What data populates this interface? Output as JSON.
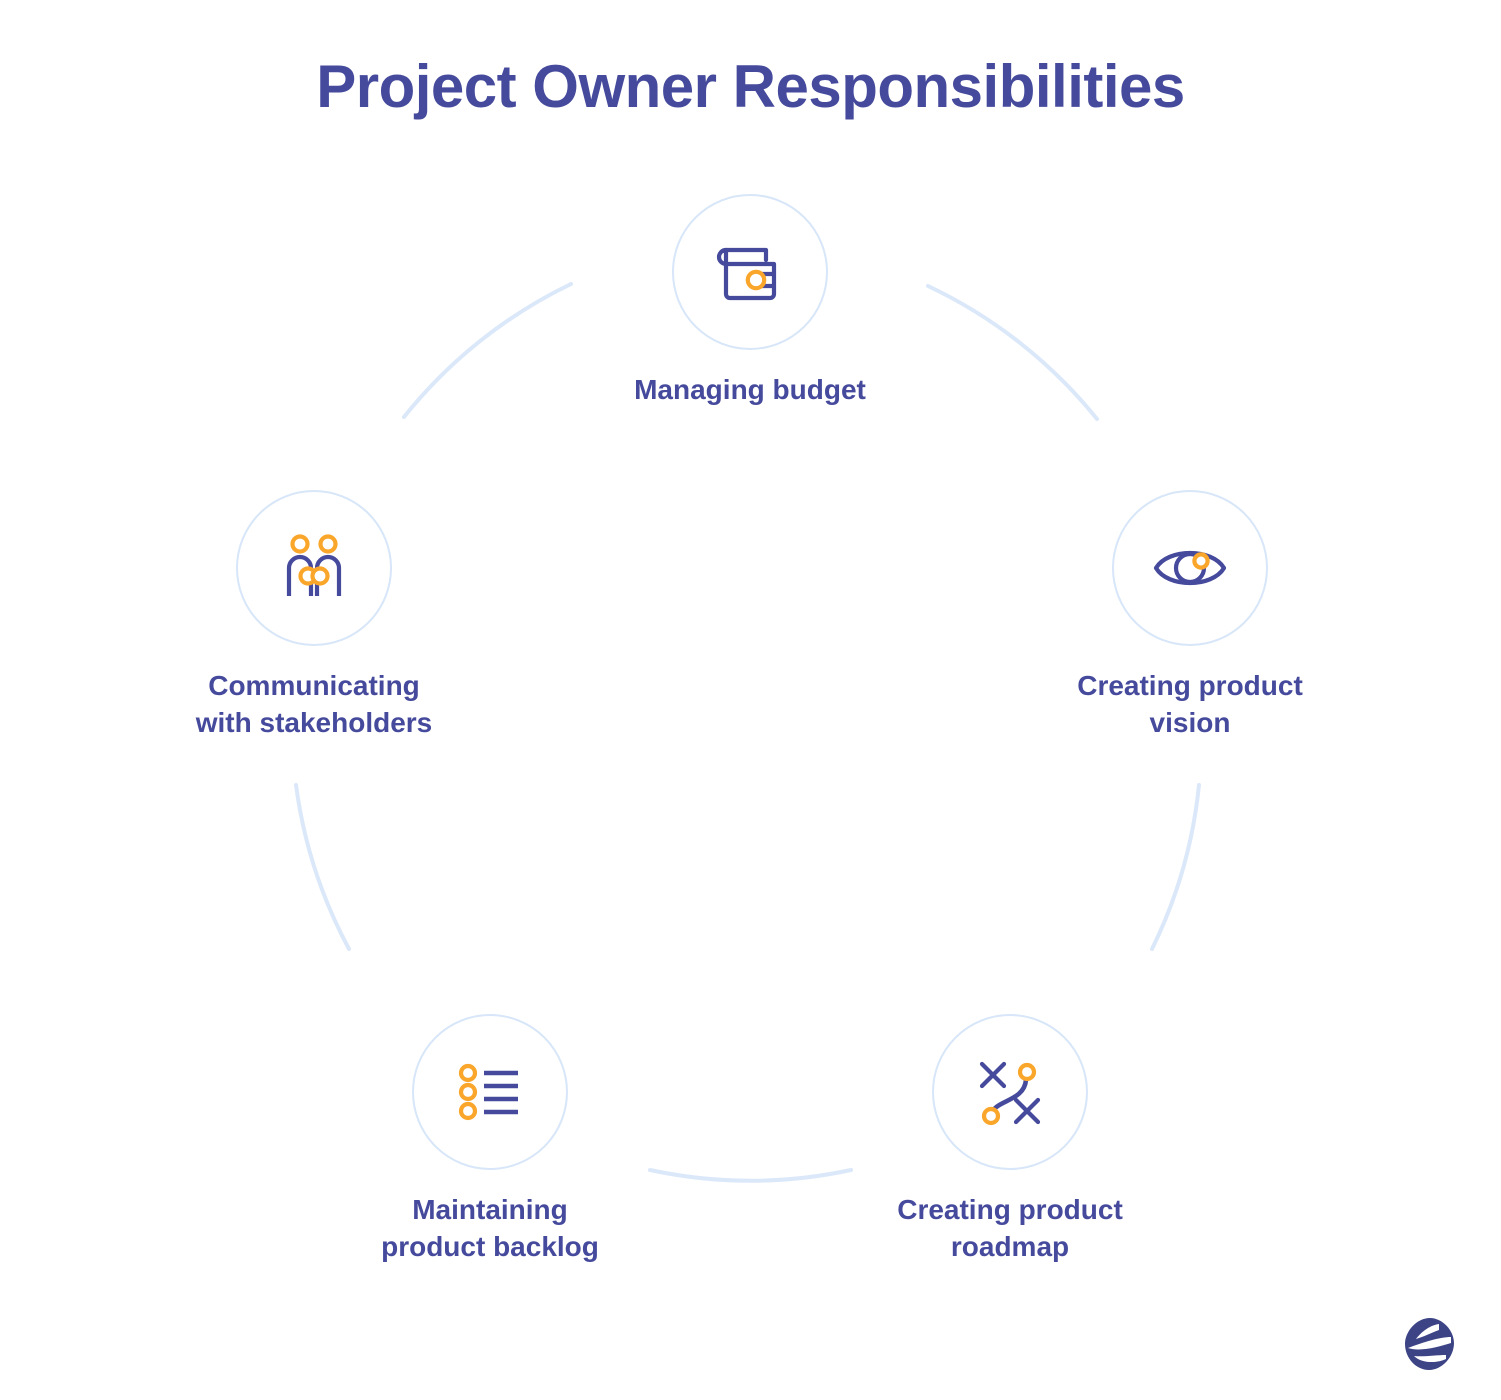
{
  "title": "Project Owner Responsibilities",
  "colors": {
    "indigo": "#454a9c",
    "orange": "#f9a62b",
    "ring": "#d7e6f8",
    "arc": "#dbe8fa",
    "background": "#ffffff"
  },
  "nodes": [
    {
      "id": "budget",
      "label": "Managing budget",
      "icon": "wallet-icon",
      "position": "top"
    },
    {
      "id": "vision",
      "label": "Creating product\nvision",
      "icon": "eye-icon",
      "position": "right"
    },
    {
      "id": "roadmap",
      "label": "Creating product\nroadmap",
      "icon": "strategy-path-icon",
      "position": "bottom-right"
    },
    {
      "id": "backlog",
      "label": "Maintaining\nproduct backlog",
      "icon": "bullet-list-icon",
      "position": "bottom-left"
    },
    {
      "id": "communicating",
      "label": "Communicating\nwith stakeholders",
      "icon": "two-people-icon",
      "position": "left"
    }
  ],
  "logo": {
    "name": "brand-logo"
  }
}
